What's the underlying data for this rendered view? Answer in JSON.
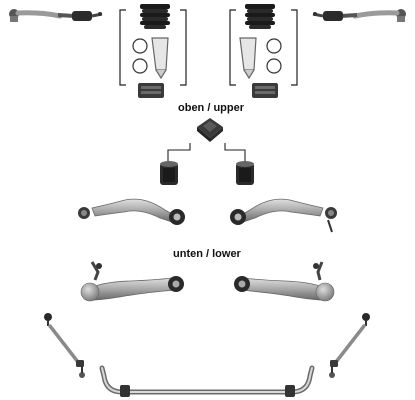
{
  "labels": {
    "upper": "oben / upper",
    "lower": "unten / lower"
  },
  "colors": {
    "background": "#ffffff",
    "metal_light": "#bdbdbd",
    "metal_mid": "#8a8a8a",
    "metal_dark": "#3a3a3a",
    "rubber": "#1a1a1a",
    "bracket_line": "#222222"
  },
  "parts": [
    {
      "name": "tie-rod-left",
      "icon": "tie-rod-icon"
    },
    {
      "name": "tie-rod-right",
      "icon": "tie-rod-icon"
    },
    {
      "name": "steering-boot-kit-left",
      "icon": "boot-kit-icon"
    },
    {
      "name": "steering-boot-kit-right",
      "icon": "boot-kit-icon"
    },
    {
      "name": "mount-bushing-top",
      "icon": "mount-block-icon"
    },
    {
      "name": "bushing-upper-left",
      "icon": "bushing-icon"
    },
    {
      "name": "bushing-upper-right",
      "icon": "bushing-icon"
    },
    {
      "name": "control-arm-upper-left",
      "icon": "control-arm-icon"
    },
    {
      "name": "control-arm-upper-right",
      "icon": "control-arm-icon"
    },
    {
      "name": "control-arm-lower-left",
      "icon": "control-arm-icon"
    },
    {
      "name": "control-arm-lower-right",
      "icon": "control-arm-icon"
    },
    {
      "name": "stabilizer-link-left",
      "icon": "stabilizer-link-icon"
    },
    {
      "name": "stabilizer-link-right",
      "icon": "stabilizer-link-icon"
    },
    {
      "name": "stabilizer-bar",
      "icon": "stabilizer-bar-icon"
    }
  ]
}
